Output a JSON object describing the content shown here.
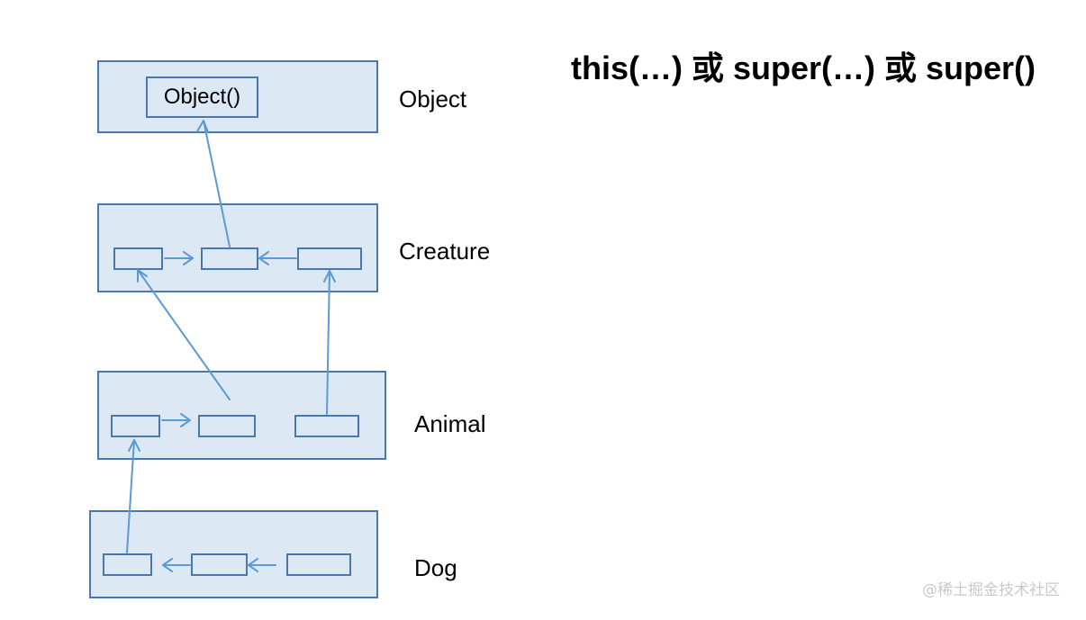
{
  "title": "this(…) 或 super(…) 或 super()",
  "classes": {
    "object": {
      "label": "Object",
      "constructor_label": "Object()"
    },
    "creature": {
      "label": "Creature"
    },
    "animal": {
      "label": "Animal"
    },
    "dog": {
      "label": "Dog"
    }
  },
  "watermark": "@稀土掘金技术社区",
  "colors": {
    "panel_fill": "#dde8f5",
    "panel_border": "#4a78ad",
    "arrow": "#5b9bd5"
  }
}
